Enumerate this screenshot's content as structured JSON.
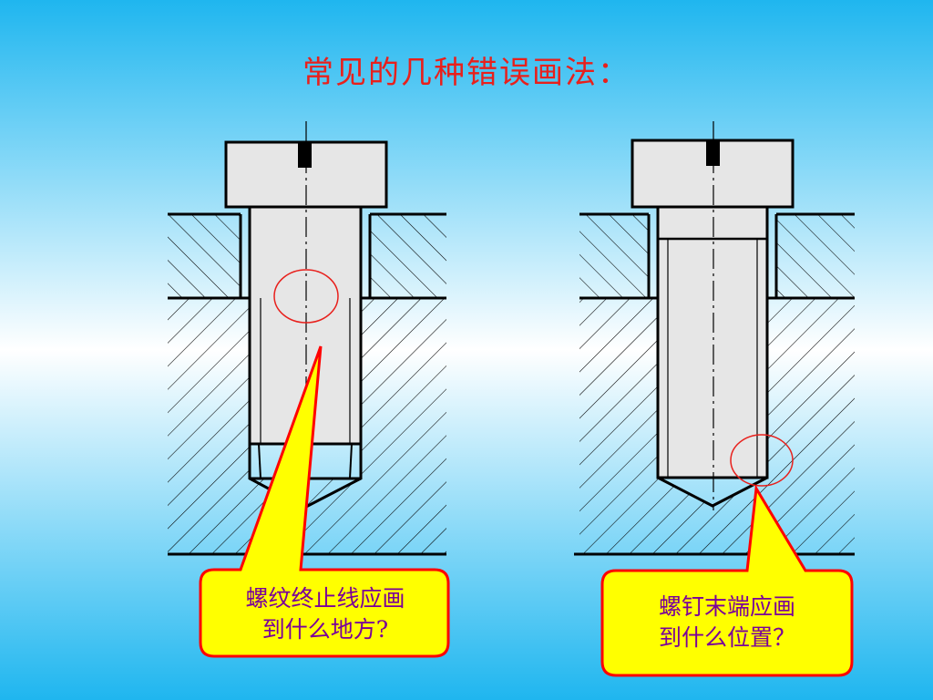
{
  "slide": {
    "title": "常见的几种错误画法：",
    "title_color": "#e8201c"
  },
  "callouts": [
    {
      "line1": "螺纹终止线应画",
      "line2": "到什么地方?"
    },
    {
      "line1": "螺钉末端应画",
      "line2": "到什么位置？"
    }
  ],
  "colors": {
    "callout_fill": "#ffff00",
    "callout_border": "#ff0000",
    "callout_text": "#7a0099",
    "bolt_fill": "#e6e6e6",
    "highlight_circle": "#e8201c",
    "line": "#000000"
  }
}
